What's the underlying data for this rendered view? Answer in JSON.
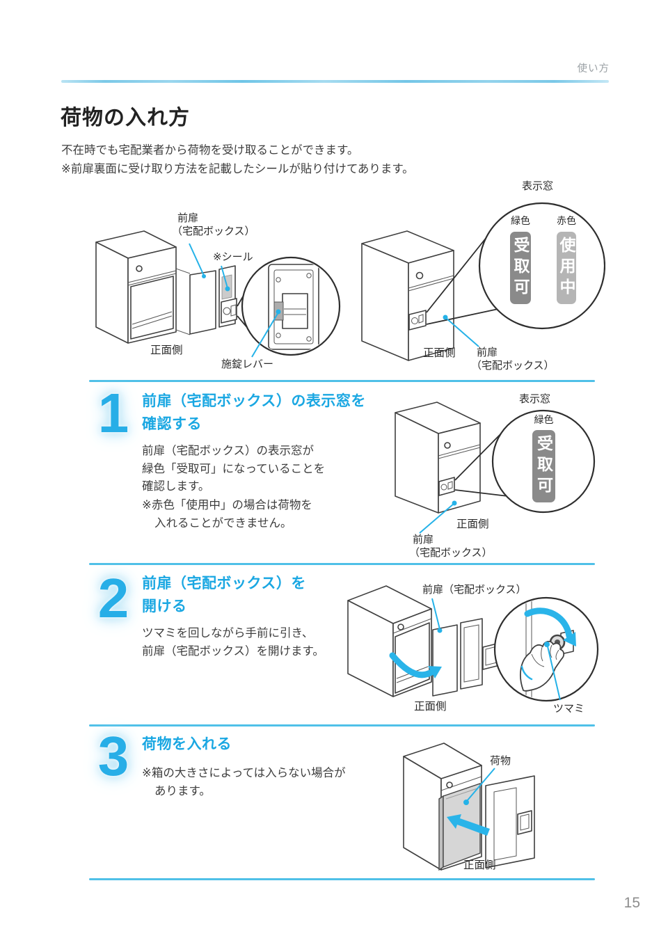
{
  "page": {
    "header_label": "使い方",
    "title": "荷物の入れ方",
    "intro_line1": "不在時でも宅配業者から荷物を受け取ることができます。",
    "intro_line2": "※前扉裏面に受け取り方法を記載したシールが貼り付けてあります。",
    "page_number": "15"
  },
  "colors": {
    "accent_blue": "#1aa7e2",
    "separator_blue": "#4fc0e8",
    "leader_cyan": "#25b2e8",
    "pill_green_gray": "#8a8a8a",
    "pill_red_gray": "#b5b5b5",
    "text_dark": "#3d3d3d",
    "muted_gray": "#9aa0a4"
  },
  "overview": {
    "left": {
      "door_line1": "前扉",
      "door_line2": "（宅配ボックス）",
      "seal": "※シール",
      "front_side": "正面側",
      "lock_lever": "施錠レバー"
    },
    "right": {
      "display_window": "表示窓",
      "green": "緑色",
      "red": "赤色",
      "pill_green": "受取可",
      "pill_red": "使用中",
      "front_side": "正面側",
      "door_line1": "前扉",
      "door_line2": "（宅配ボックス）"
    }
  },
  "steps": [
    {
      "number": "1",
      "heading_line1": "前扉（宅配ボックス）の表示窓を",
      "heading_line2": "確認する",
      "body_line1": "前扉（宅配ボックス）の表示窓が",
      "body_line2": "緑色「受取可」になっていることを",
      "body_line3": "確認します。",
      "note_line1": "※赤色「使用中」の場合は荷物を",
      "note_line2": "入れることができません。",
      "figure": {
        "display_window": "表示窓",
        "green": "緑色",
        "pill": "受取可",
        "front_side": "正面側",
        "door_line1": "前扉",
        "door_line2": "（宅配ボックス）"
      }
    },
    {
      "number": "2",
      "heading_line1": "前扉（宅配ボックス）を",
      "heading_line2": "開ける",
      "body_line1": "ツマミを回しながら手前に引き、",
      "body_line2": "前扉（宅配ボックス）を開けます。",
      "figure": {
        "door": "前扉（宅配ボックス）",
        "front_side": "正面側",
        "knob": "ツマミ"
      }
    },
    {
      "number": "3",
      "heading_line1": "荷物を入れる",
      "note_line1": "※箱の大きさによっては入らない場合が",
      "note_line2": "あります。",
      "figure": {
        "package": "荷物",
        "front_side": "正面側"
      }
    }
  ]
}
